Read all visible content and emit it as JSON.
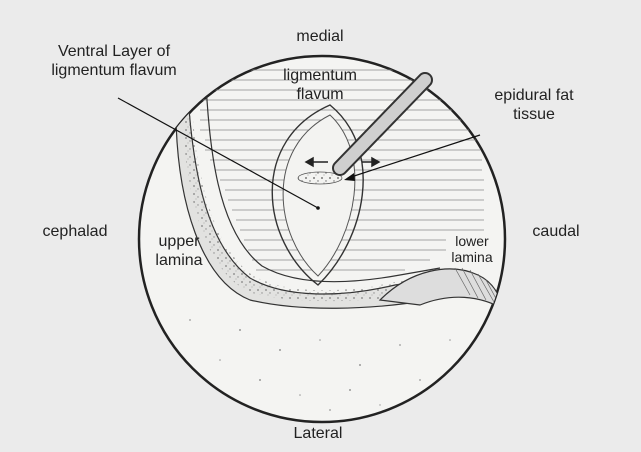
{
  "labels": {
    "medial": "medial",
    "lateral": "Lateral",
    "cephalad": "cephalad",
    "caudal": "caudal",
    "ventral_line1": "Ventral Layer of",
    "ventral_line2": "ligmentum flavum",
    "lig_line1": "ligmentum",
    "lig_line2": "flavum",
    "epi_line1": "epidural fat",
    "epi_line2": "tissue",
    "upper_line1": "upper",
    "upper_line2": "lamina",
    "lower_line1": "lower",
    "lower_line2": "lamina"
  },
  "colors": {
    "background": "#ebebeb",
    "circle_fill": "#f4f4f2",
    "ink": "#333333"
  }
}
